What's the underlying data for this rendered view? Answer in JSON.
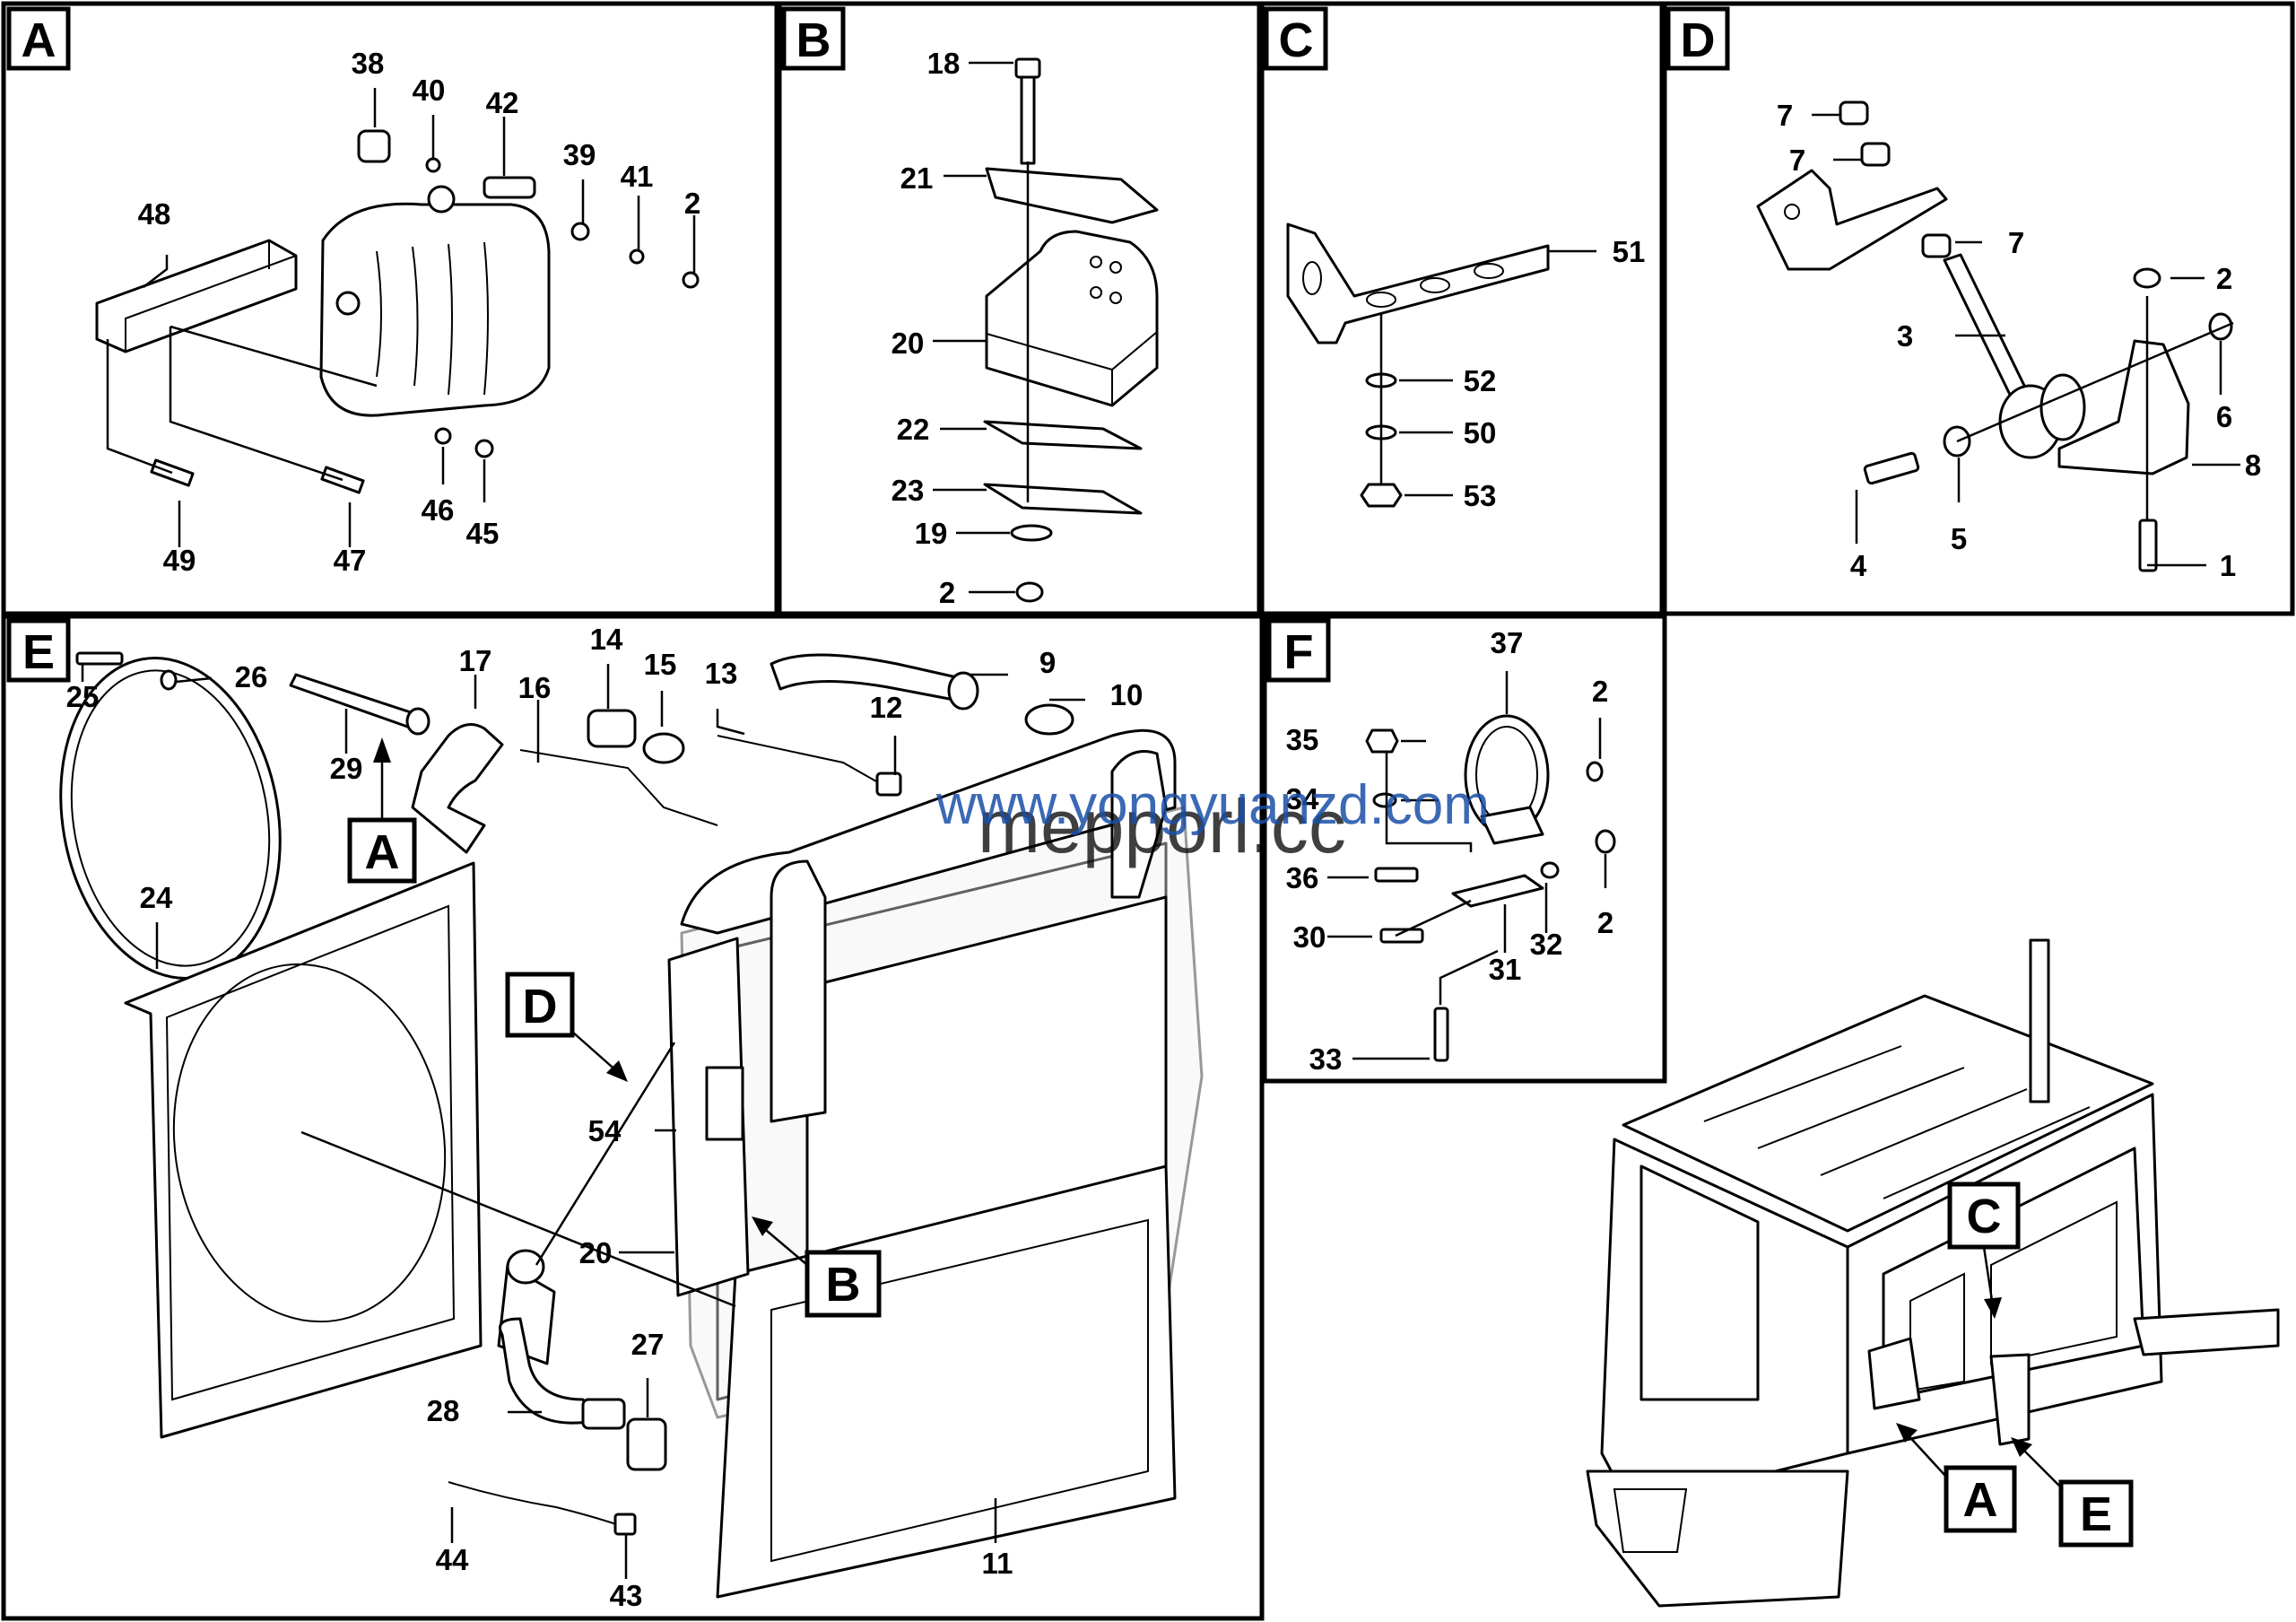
{
  "panels": {
    "A": {
      "tag": "A",
      "callouts": {
        "c38": "38",
        "c40": "40",
        "c42": "42",
        "c39": "39",
        "c41": "41",
        "c2": "2",
        "c48": "48",
        "c49": "49",
        "c47": "47",
        "c46": "46",
        "c45": "45"
      }
    },
    "B": {
      "tag": "B",
      "callouts": {
        "c18": "18",
        "c21": "21",
        "c20": "20",
        "c22": "22",
        "c23": "23",
        "c19": "19",
        "c2": "2"
      }
    },
    "C": {
      "tag": "C",
      "callouts": {
        "c51": "51",
        "c52": "52",
        "c50": "50",
        "c53": "53"
      }
    },
    "D": {
      "tag": "D",
      "callouts": {
        "c7a": "7",
        "c7b": "7",
        "c7c": "7",
        "c2": "2",
        "c3": "3",
        "c6": "6",
        "c8": "8",
        "c4": "4",
        "c5": "5",
        "c1": "1"
      }
    },
    "E": {
      "tag": "E",
      "callouts": {
        "c25": "25",
        "c26": "26",
        "c29": "29",
        "c17": "17",
        "c16": "16",
        "c14": "14",
        "c15": "15",
        "c13": "13",
        "c12": "12",
        "c9": "9",
        "c10": "10",
        "c24": "24",
        "c54": "54",
        "c20": "20",
        "c28": "28",
        "c27": "27",
        "c44": "44",
        "c43": "43",
        "c11": "11"
      },
      "refs": {
        "A": "A",
        "D": "D",
        "B": "B"
      }
    },
    "F": {
      "tag": "F",
      "callouts": {
        "c37": "37",
        "c2a": "2",
        "c35": "35",
        "c34": "34",
        "c36": "36",
        "c32": "32",
        "c2b": "2",
        "c30": "30",
        "c31": "31",
        "c33": "33"
      }
    },
    "overview": {
      "refs": {
        "C": "C",
        "A": "A",
        "E": "E"
      }
    }
  },
  "watermark": {
    "url": "www.yongyuanzd.com",
    "brand": "mepporl.cc"
  }
}
